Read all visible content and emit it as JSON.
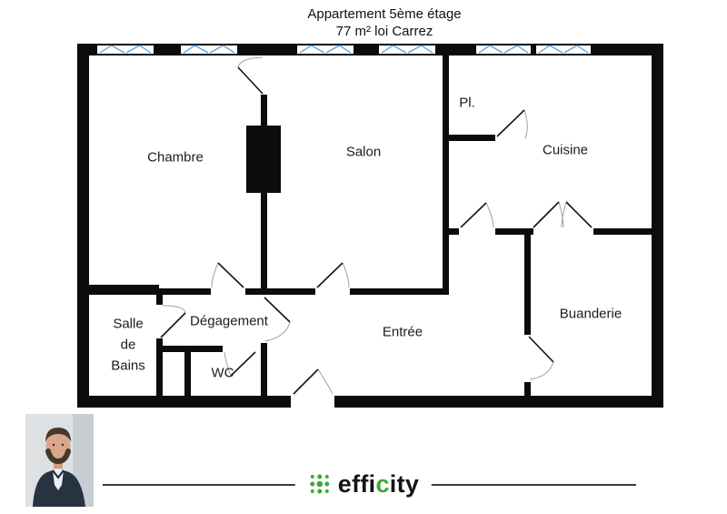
{
  "title": {
    "line1": "Appartement 5ème étage",
    "line2": "77 m² loi Carrez"
  },
  "rooms": {
    "chambre": "Chambre",
    "salon": "Salon",
    "placard": "Pl.",
    "cuisine": "Cuisine",
    "buanderie": "Buanderie",
    "entree": "Entrée",
    "degagement": "Dégagement",
    "salle_de_bains": "Salle de Bains",
    "wc": "WC"
  },
  "colors": {
    "wall": "#0c0c0c",
    "window_marks": "#5aa0dc",
    "brand_green": "#3aaa35"
  },
  "footer": {
    "brand": {
      "prefix": "effi",
      "accent": "c",
      "suffix": "ity"
    },
    "logo_icon": "dot-grid-icon",
    "agent_photo": "agent-portrait-photo"
  }
}
